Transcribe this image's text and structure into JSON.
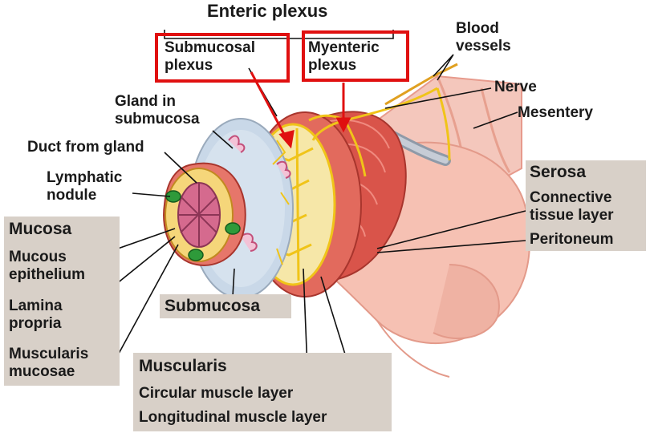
{
  "title": "Enteric plexus",
  "highlighted": {
    "submucosal_plexus": "Submucosal plexus",
    "myenteric_plexus": "Myenteric plexus",
    "highlight_color": "#e01010"
  },
  "labels": {
    "blood_vessels": "Blood vessels",
    "nerve": "Nerve",
    "mesentery": "Mesentery",
    "gland_in_submucosa": "Gland in submucosa",
    "duct_from_gland": "Duct from gland",
    "lymphatic_nodule": "Lymphatic nodule",
    "submucosa": "Submucosa"
  },
  "mucosa_panel": {
    "heading": "Mucosa",
    "items": [
      "Mucous epithelium",
      "Lamina propria",
      "Muscularis mucosae"
    ]
  },
  "serosa_panel": {
    "heading": "Serosa",
    "items": [
      "Connective tissue layer",
      "Peritoneum"
    ]
  },
  "muscularis_panel": {
    "heading": "Muscularis",
    "items": [
      "Circular muscle layer",
      "Longitudinal muscle layer"
    ]
  },
  "colors": {
    "label_box": "#d8d0c8",
    "tissue_pink": "#f2b8ac",
    "muscle_red": "#d9544a",
    "submucosa_blue": "#c9d8e8",
    "nerve_yellow": "#f0c419",
    "nodule_green": "#2e9a3a"
  }
}
